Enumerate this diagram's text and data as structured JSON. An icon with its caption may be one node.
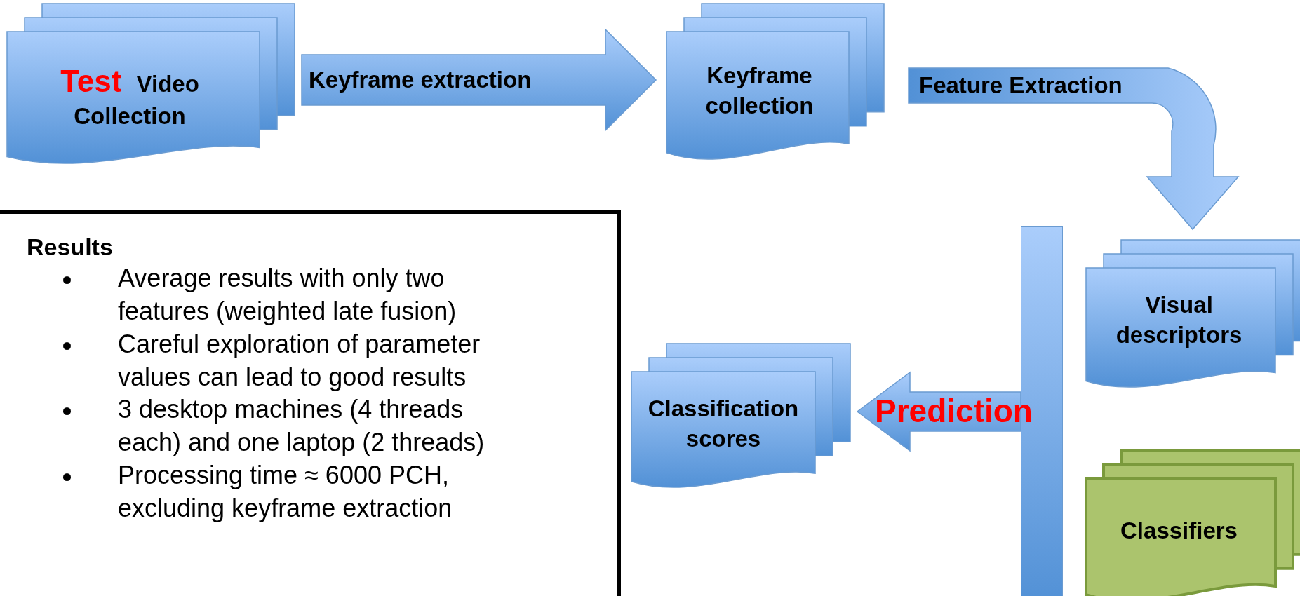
{
  "diagram": {
    "nodes": [
      {
        "text": [
          "Test",
          "Video Collection"
        ]
      },
      {
        "text": [
          "Keyframe collection"
        ]
      },
      {
        "text": [
          "Visual descriptors"
        ]
      },
      {
        "text": [
          "Classifiers"
        ]
      },
      {
        "text": [],
        "shape": "bar"
      },
      {
        "text": [
          "Classification scores"
        ]
      },
      {
        "text": [
          "Results",
          "Average results with only two features (weighted late fusion)",
          "Careful exploration of parameter values can lead to good results",
          "3 desktop machines (4 threads each) and one laptop (2 threads)",
          "Processing time ≈ 6000 PCH, excluding keyframe extraction"
        ]
      }
    ],
    "edges": [
      {
        "from": 0,
        "to": 1,
        "arrow": "to",
        "label": "Keyframe extraction"
      },
      {
        "from": 1,
        "to": 2,
        "arrow": "to",
        "label": "Feature Extraction"
      },
      {
        "from": 4,
        "to": 5,
        "arrow": "to",
        "label": "Prediction"
      }
    ]
  }
}
